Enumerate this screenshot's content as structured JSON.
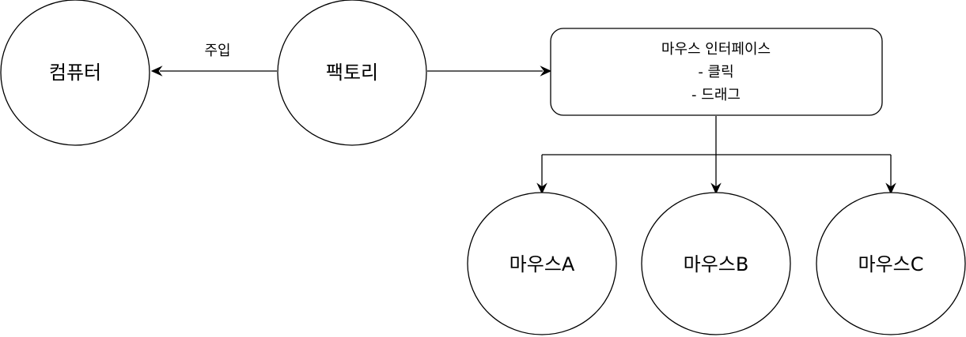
{
  "nodes": {
    "computer": "컴퓨터",
    "factory": "팩토리",
    "mouse_interface": {
      "title": "마우스 인터페이스",
      "methods": [
        "- 클릭",
        "- 드래그"
      ]
    },
    "mouse_a": "마우스A",
    "mouse_b": "마우스B",
    "mouse_c": "마우스C"
  },
  "edges": {
    "inject_label": "주입"
  }
}
